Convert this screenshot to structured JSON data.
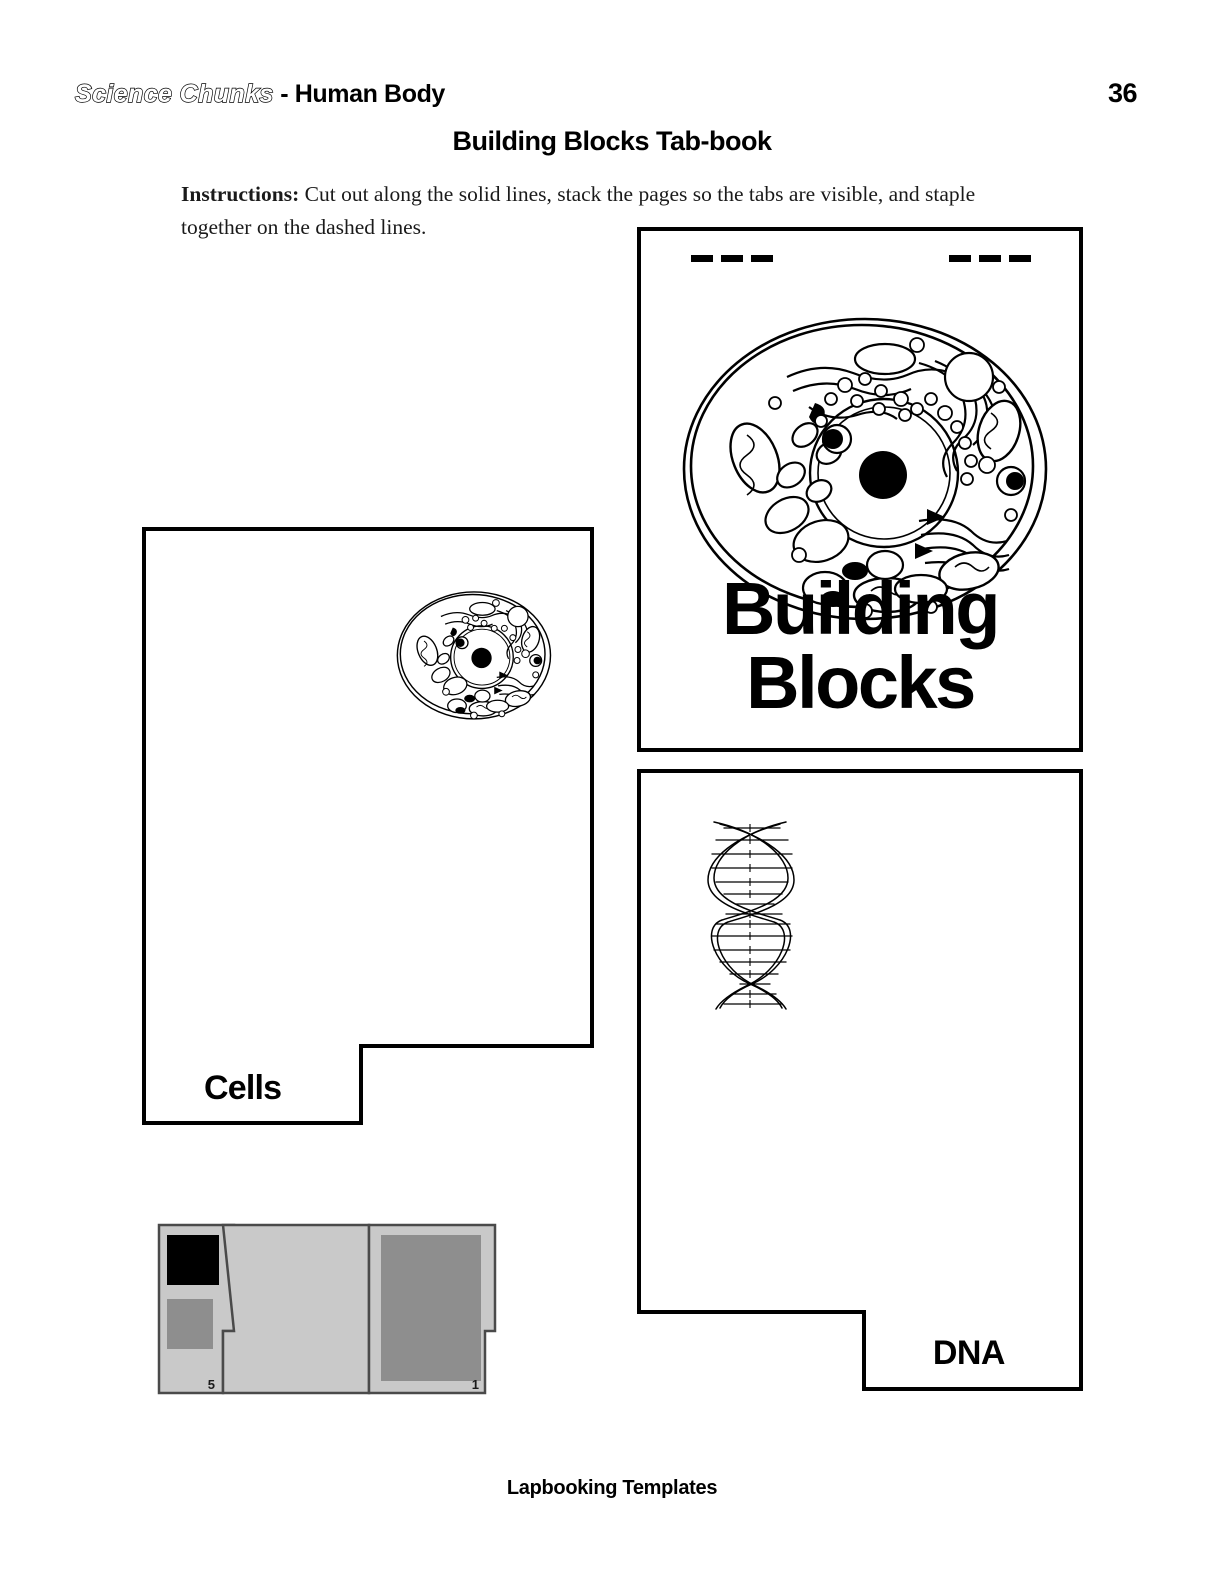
{
  "header": {
    "brand": "Science Chunks",
    "separator": " - ",
    "unit": "Human Body",
    "page_number": "36"
  },
  "doc_title": "Building Blocks Tab-book",
  "instructions": {
    "lead": "Instructions:",
    "body": " Cut out along the solid lines, stack the pages so the tabs are visible, and staple together on the dashed lines."
  },
  "cards": {
    "cover": {
      "title": "Building Blocks",
      "art": "animal-cell-diagram",
      "staple_dash_count": 3,
      "staple_group_count": 2
    },
    "cells": {
      "tab_label": "Cells",
      "art": "animal-cell-diagram",
      "tab_position": "bottom-left"
    },
    "dna": {
      "tab_label": "DNA",
      "art": "dna-double-helix",
      "tab_position": "bottom-right"
    }
  },
  "schematic": {
    "left_panel_number": "5",
    "right_panel_number": "1",
    "colors": {
      "page": "#c9c9c9",
      "dark_block": "#000000",
      "mid_block": "#8e8e8e",
      "edge": "#4a4a4a"
    }
  },
  "footer": "Lapbooking Templates",
  "colors": {
    "ink": "#000000",
    "paper": "#ffffff"
  }
}
